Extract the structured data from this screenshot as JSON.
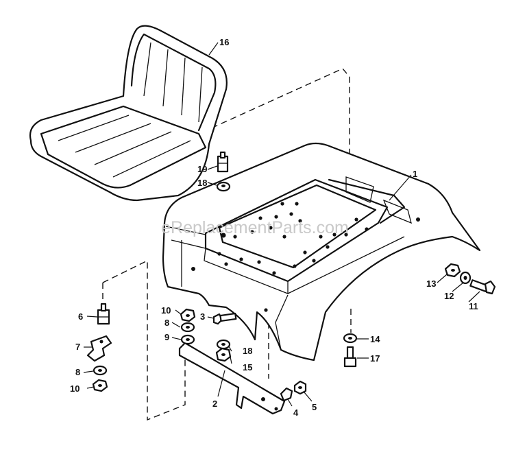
{
  "watermark": "eReplacementParts.com",
  "callouts": {
    "c1": "1",
    "c2": "2",
    "c3": "3",
    "c4": "4",
    "c5": "5",
    "c6": "6",
    "c7": "7",
    "c8a": "8",
    "c8b": "8",
    "c9": "9",
    "c10a": "10",
    "c10b": "10",
    "c11": "11",
    "c12": "12",
    "c13": "13",
    "c14": "14",
    "c15": "15",
    "c16": "16",
    "c17": "17",
    "c18a": "18",
    "c18b": "18",
    "c19": "19"
  },
  "colors": {
    "line": "#111111",
    "watermark": "#c9c9c9",
    "background": "#ffffff"
  }
}
